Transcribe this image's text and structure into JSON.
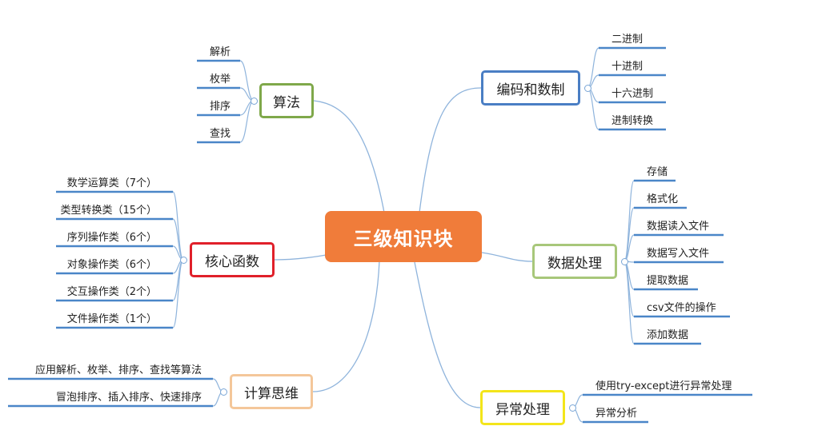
{
  "center": {
    "label": "三级知识块",
    "color": "#f07c3a"
  },
  "branches": {
    "algorithm": {
      "label": "算法",
      "border": "#7fa84a",
      "items": [
        "解析",
        "枚举",
        "排序",
        "查找"
      ]
    },
    "core_functions": {
      "label": "核心函数",
      "border": "#e0202a",
      "items": [
        "数学运算类（7个）",
        "类型转换类（15个）",
        "序列操作类（6个）",
        "对象操作类（6个）",
        "交互操作类（2个）",
        "文件操作类（1个）"
      ]
    },
    "computational_thinking": {
      "label": "计算思维",
      "border": "#f4c79a",
      "items": [
        "应用解析、枚举、排序、查找等算法",
        "冒泡排序、插入排序、快速排序"
      ]
    },
    "encoding": {
      "label": "编码和数制",
      "border": "#4a7ec4",
      "items": [
        "二进制",
        "十进制",
        "十六进制",
        "进制转换"
      ]
    },
    "data_processing": {
      "label": "数据处理",
      "border": "#a8c77a",
      "items": [
        "存储",
        "格式化",
        "数据读入文件",
        "数据写入文件",
        "提取数据",
        "csv文件的操作",
        "添加数据"
      ]
    },
    "exception": {
      "label": "异常处理",
      "border": "#f3e51a",
      "items": [
        "使用try-except进行异常处理",
        "异常分析"
      ]
    }
  },
  "colors": {
    "link": "#8fb4dc",
    "underline": "#4a86c8"
  }
}
